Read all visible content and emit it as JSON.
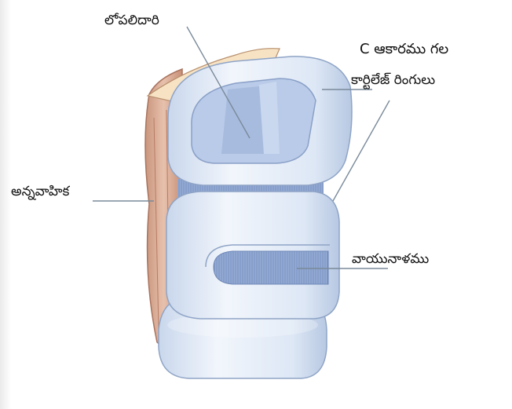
{
  "labels": {
    "lumen": "లోపలిదారి",
    "c_shaped_line1": "C ఆకారము గల",
    "c_shaped_line2": "కార్టిలేజ్ రింగులు",
    "esophagus": "అన్నవాహిక",
    "trachea": "వాయునాళము"
  },
  "colors": {
    "cartilage": "#e8f0fa",
    "cartilage_shade": "#aebfd8",
    "gap": "#90a8d2",
    "esophagus": "#e0b9a6",
    "esophagus_top": "#f5dfc0",
    "leader_line": "#7a8a9a"
  }
}
